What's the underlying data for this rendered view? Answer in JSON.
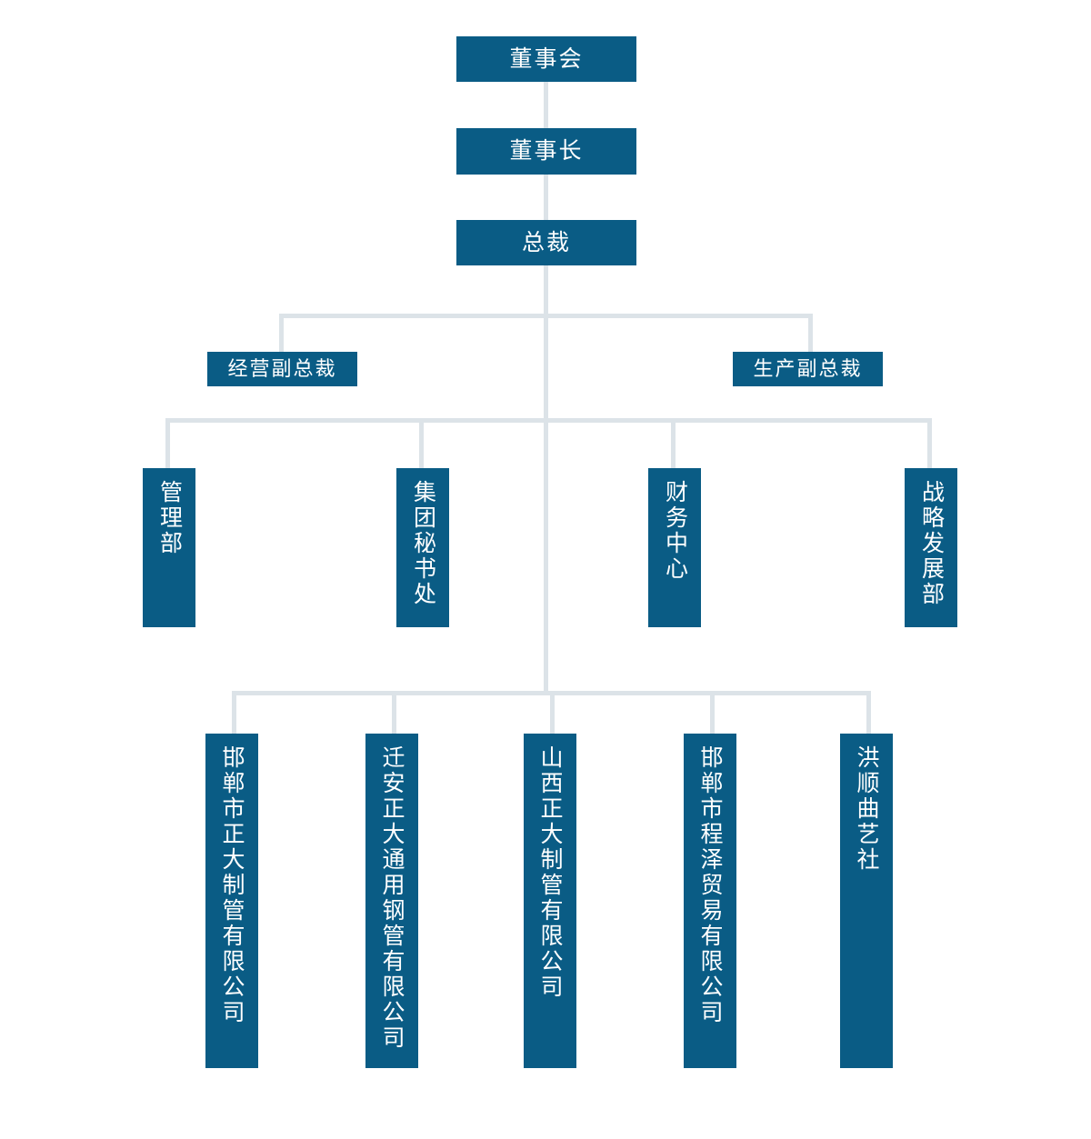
{
  "theme": {
    "box_color": "#0a5c85",
    "line_color": "#dce3e8",
    "text_color": "#ffffff",
    "background": "#ffffff"
  },
  "chart_title": "",
  "org_chart": {
    "type": "tree",
    "orientation": "top-down",
    "levels": [
      {
        "level": 1,
        "name": "board",
        "nodes": [
          {
            "id": "board",
            "label": "董事会",
            "orientation": "horizontal"
          }
        ]
      },
      {
        "level": 2,
        "name": "chairman",
        "nodes": [
          {
            "id": "chairman",
            "label": "董事长",
            "orientation": "horizontal"
          }
        ]
      },
      {
        "level": 3,
        "name": "president",
        "nodes": [
          {
            "id": "president",
            "label": "总裁",
            "orientation": "horizontal"
          }
        ]
      },
      {
        "level": 4,
        "name": "vice-presidents",
        "nodes": [
          {
            "id": "vp-operations",
            "label": "经营副总裁",
            "orientation": "horizontal"
          },
          {
            "id": "vp-production",
            "label": "生产副总裁",
            "orientation": "horizontal"
          }
        ]
      },
      {
        "level": 5,
        "name": "departments",
        "nodes": [
          {
            "id": "dept-management",
            "label": "管理部",
            "orientation": "vertical"
          },
          {
            "id": "dept-secretariat",
            "label": "集团秘书处",
            "orientation": "vertical"
          },
          {
            "id": "dept-finance",
            "label": "财务中心",
            "orientation": "vertical"
          },
          {
            "id": "dept-strategy",
            "label": "战略发展部",
            "orientation": "vertical"
          }
        ]
      },
      {
        "level": 6,
        "name": "subsidiaries",
        "nodes": [
          {
            "id": "sub-handan-zhengda",
            "label": "邯郸市正大制管有限公司",
            "orientation": "vertical"
          },
          {
            "id": "sub-qianan-zhengda",
            "label": "迁安正大通用钢管有限公司",
            "orientation": "vertical"
          },
          {
            "id": "sub-shanxi-zhengda",
            "label": "山西正大制管有限公司",
            "orientation": "vertical"
          },
          {
            "id": "sub-handan-chengze",
            "label": "邯郸市程泽贸易有限公司",
            "orientation": "vertical"
          },
          {
            "id": "sub-hongshun",
            "label": "洪顺曲艺社",
            "orientation": "vertical"
          }
        ]
      }
    ]
  }
}
